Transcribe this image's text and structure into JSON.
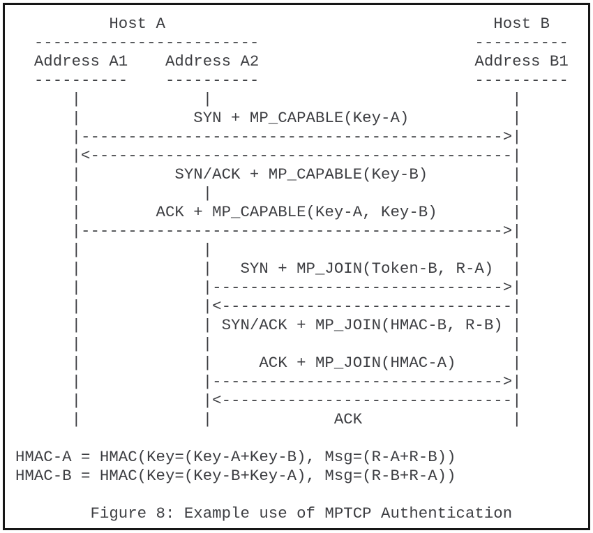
{
  "diagram": {
    "kind": "ascii-sequence-diagram",
    "caption": "Figure 8: Example use of MPTCP Authentication",
    "hosts": [
      {
        "name": "Host A",
        "addresses": [
          "Address A1",
          "Address A2"
        ]
      },
      {
        "name": "Host B",
        "addresses": [
          "Address B1"
        ]
      }
    ],
    "messages": [
      {
        "label": "SYN + MP_CAPABLE(Key-A)",
        "from": "Address A1",
        "to": "Address B1",
        "direction": "right"
      },
      {
        "label": "SYN/ACK + MP_CAPABLE(Key-B)",
        "from": "Address B1",
        "to": "Address A1",
        "direction": "left"
      },
      {
        "label": "ACK + MP_CAPABLE(Key-A, Key-B)",
        "from": "Address A1",
        "to": "Address B1",
        "direction": "right"
      },
      {
        "label": "SYN + MP_JOIN(Token-B, R-A)",
        "from": "Address A2",
        "to": "Address B1",
        "direction": "right"
      },
      {
        "label": "SYN/ACK + MP_JOIN(HMAC-B, R-B)",
        "from": "Address B1",
        "to": "Address A2",
        "direction": "left"
      },
      {
        "label": "ACK + MP_JOIN(HMAC-A)",
        "from": "Address A2",
        "to": "Address B1",
        "direction": "right"
      },
      {
        "label": "ACK",
        "from": "Address B1",
        "to": "Address A2",
        "direction": "left"
      }
    ],
    "formulas": [
      "HMAC-A = HMAC(Key=(Key-A+Key-B), Msg=(R-A+R-B))",
      "HMAC-B = HMAC(Key=(Key-B+Key-A), Msg=(R-B+R-A))"
    ],
    "colors": {
      "text": "#3d3e42",
      "border": "#161616",
      "background": "#ffffff"
    },
    "ascii_lines": [
      "          Host A                                   Host B",
      "  ------------------------                       ----------",
      "  Address A1    Address A2                       Address B1",
      "  ----------    ----------                       ----------",
      "      |             |                                |",
      "      |            SYN + MP_CAPABLE(Key-A)           |",
      "      |--------------------------------------------->|",
      "      |<---------------------------------------------|",
      "      |          SYN/ACK + MP_CAPABLE(Key-B)         |",
      "      |             |                                |",
      "      |        ACK + MP_CAPABLE(Key-A, Key-B)        |",
      "      |--------------------------------------------->|",
      "      |             |                                |",
      "      |             |   SYN + MP_JOIN(Token-B, R-A)  |",
      "      |             |------------------------------->|",
      "      |             |<-------------------------------|",
      "      |             | SYN/ACK + MP_JOIN(HMAC-B, R-B) |",
      "      |             |                                |",
      "      |             |     ACK + MP_JOIN(HMAC-A)      |",
      "      |             |------------------------------->|",
      "      |             |<-------------------------------|",
      "      |             |             ACK                |",
      "",
      "HMAC-A = HMAC(Key=(Key-A+Key-B), Msg=(R-A+R-B))",
      "HMAC-B = HMAC(Key=(Key-B+Key-A), Msg=(R-B+R-A))",
      "",
      "        Figure 8: Example use of MPTCP Authentication"
    ]
  }
}
